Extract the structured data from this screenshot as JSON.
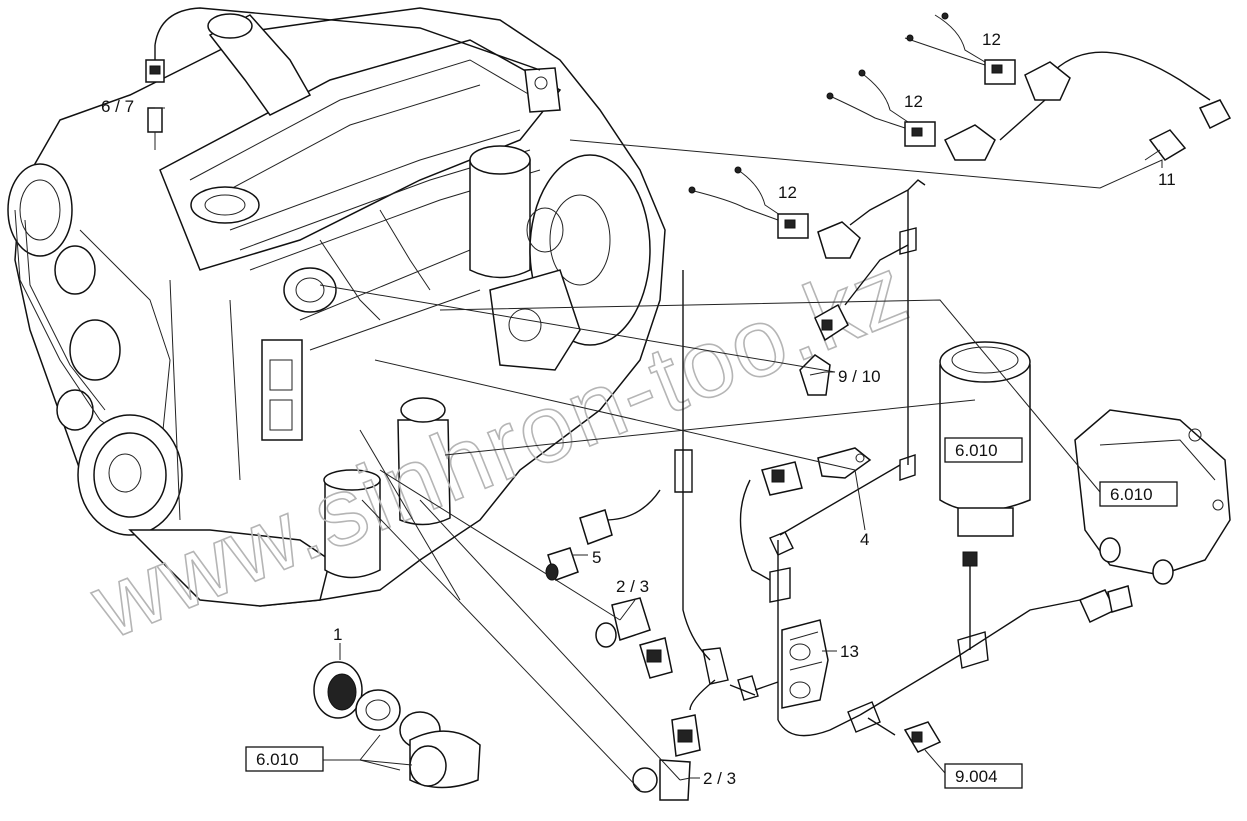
{
  "watermark": "www.sinhron-too.kz",
  "callouts": [
    {
      "id": "c-6-7",
      "text": "6 / 7"
    },
    {
      "id": "c-12-a",
      "text": "12"
    },
    {
      "id": "c-12-b",
      "text": "12"
    },
    {
      "id": "c-12-c",
      "text": "12"
    },
    {
      "id": "c-11",
      "text": "11"
    },
    {
      "id": "c-9-10",
      "text": "9 / 10"
    },
    {
      "id": "c-4",
      "text": "4"
    },
    {
      "id": "c-5",
      "text": "5"
    },
    {
      "id": "c-2-3-a",
      "text": "2 / 3"
    },
    {
      "id": "c-2-3-b",
      "text": "2 / 3"
    },
    {
      "id": "c-13",
      "text": "13"
    },
    {
      "id": "c-1",
      "text": "1"
    }
  ],
  "reference_boxes": [
    {
      "id": "ref-filter",
      "text": "6.010"
    },
    {
      "id": "ref-pump",
      "text": "6.010"
    },
    {
      "id": "ref-intake",
      "text": "6.010"
    },
    {
      "id": "ref-connector",
      "text": "9.004"
    }
  ],
  "colors": {
    "line": "#111111",
    "watermark": "#b5b5b5",
    "background": "#ffffff"
  }
}
